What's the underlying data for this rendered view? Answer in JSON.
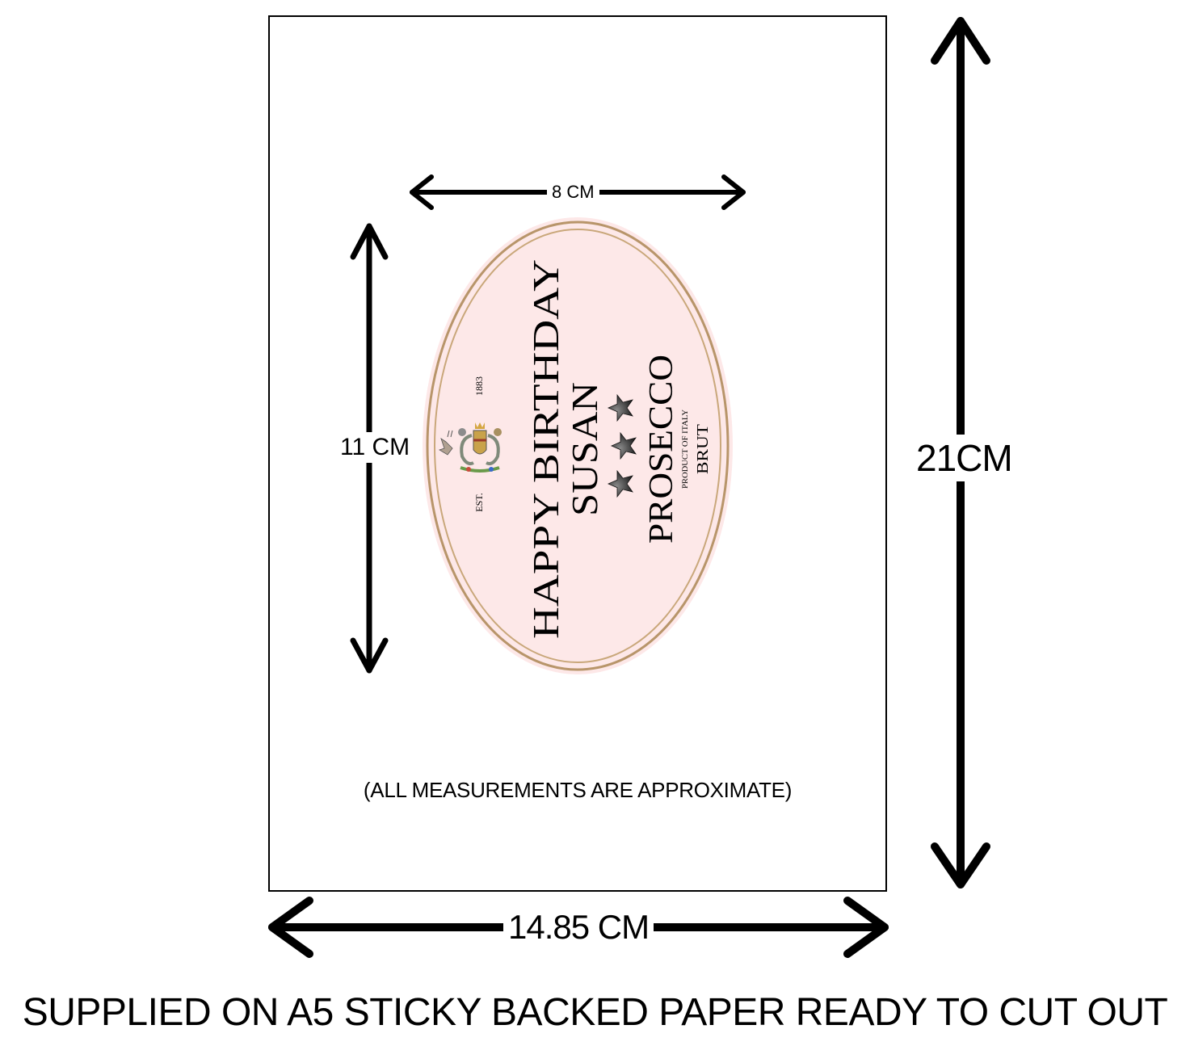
{
  "dimensions": {
    "label_width": "8 CM",
    "label_height": "11 CM",
    "sheet_height": "21CM",
    "sheet_width": "14.85 CM"
  },
  "label": {
    "headline": "HAPPY BIRTHDAY",
    "name": "SUSAN",
    "product": "PROSECCO",
    "origin": "PRODUCT OF ITALY",
    "style": "BRUT",
    "est_prefix": "EST.",
    "est_year": "1883",
    "background_color": "#fde8e8",
    "border_color": "#b8956a",
    "star_count": 3,
    "emblem": "coat-of-arms-icon"
  },
  "note": "(ALL MEASUREMENTS ARE APPROXIMATE)",
  "footer": "SUPPLIED ON A5 STICKY BACKED PAPER READY TO CUT OUT"
}
